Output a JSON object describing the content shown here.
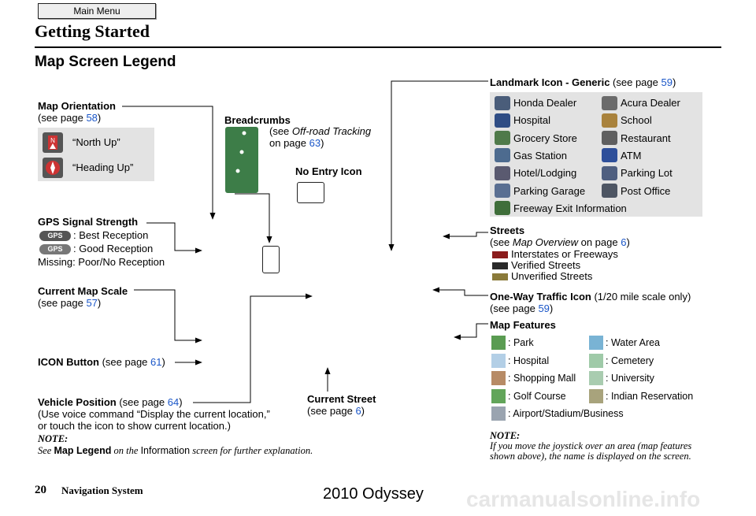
{
  "menu": {
    "main_menu_label": "Main Menu"
  },
  "header": {
    "title": "Getting Started",
    "section_title": "Map Screen Legend"
  },
  "orientation": {
    "title": "Map Orientation",
    "ref_prefix": "(see page ",
    "ref_page": "58",
    "ref_suffix": ")",
    "north_up": "“North Up”",
    "heading_up": "“Heading Up”"
  },
  "breadcrumbs": {
    "title": "Breadcrumbs",
    "ref_prefix": "(see ",
    "ref_italic": "Off-road Tracking",
    "ref_line2_prefix": "on page ",
    "ref_page": "63",
    "ref_suffix": ")"
  },
  "no_entry": {
    "title": "No Entry Icon"
  },
  "gps": {
    "title": "GPS Signal Strength",
    "badge_text": "GPS",
    "best": ": Best Reception",
    "good": ": Good Reception",
    "missing": "Missing: Poor/No Reception"
  },
  "scale": {
    "title": "Current Map Scale",
    "ref_prefix": "(see page ",
    "ref_page": "57",
    "ref_suffix": ")"
  },
  "icon_button": {
    "title": "ICON Button",
    "ref_prefix": " (see page ",
    "ref_page": "61",
    "ref_suffix": ")"
  },
  "vehicle": {
    "title": "Vehicle Position",
    "ref_prefix": " (see page ",
    "ref_page": "64",
    "ref_suffix": ")",
    "line2": "(Use voice command “Display the current location,”",
    "line3": "or touch the icon to show current location.)"
  },
  "current_street": {
    "title": "Current Street",
    "ref_prefix": "(see page ",
    "ref_page": "6",
    "ref_suffix": ")"
  },
  "landmark": {
    "title": "Landmark Icon - Generic",
    "ref_prefix": " (see page ",
    "ref_page": "59",
    "ref_suffix": ")",
    "items": [
      {
        "label": "Honda Dealer",
        "icon": "honda-dealer-icon",
        "color": "#4a5d7a"
      },
      {
        "label": "Acura Dealer",
        "icon": "acura-dealer-icon",
        "color": "#6b6b6b"
      },
      {
        "label": "Hospital",
        "icon": "hospital-icon",
        "color": "#2f4d85"
      },
      {
        "label": "School",
        "icon": "school-icon",
        "color": "#a9823c"
      },
      {
        "label": "Grocery Store",
        "icon": "grocery-cart-icon",
        "color": "#4f7a4a"
      },
      {
        "label": "Restaurant",
        "icon": "restaurant-icon",
        "color": "#5f5f5f"
      },
      {
        "label": "Gas Station",
        "icon": "gas-pump-icon",
        "color": "#4d6b8f"
      },
      {
        "label": "ATM",
        "icon": "atm-icon",
        "color": "#2e4f9a"
      },
      {
        "label": "Hotel/Lodging",
        "icon": "bed-icon",
        "color": "#5a5a70"
      },
      {
        "label": "Parking Lot",
        "icon": "parking-lot-icon",
        "color": "#4f5f80"
      },
      {
        "label": "Parking Garage",
        "icon": "parking-garage-icon",
        "color": "#5a6f92"
      },
      {
        "label": "Post Office",
        "icon": "mailbox-icon",
        "color": "#4d5563"
      },
      {
        "label": "Freeway Exit Information",
        "icon": "info-icon",
        "color": "#3f6e3a"
      }
    ]
  },
  "streets": {
    "title": "Streets",
    "ref_prefix": "(see ",
    "ref_italic": "Map Overview",
    "ref_mid": " on page ",
    "ref_page": "6",
    "ref_suffix": ")",
    "items": [
      {
        "label": "Interstates or Freeways",
        "color": "#8b1c1c"
      },
      {
        "label": "Verified Streets",
        "color": "#2a2a2a"
      },
      {
        "label": "Unverified Streets",
        "color": "#8a7a3a"
      }
    ]
  },
  "oneway": {
    "title": "One-Way Traffic Icon",
    "note": " (1/20 mile scale only)",
    "ref_prefix": "(see page ",
    "ref_page": "59",
    "ref_suffix": ")"
  },
  "features": {
    "title": "Map Features",
    "items": [
      {
        "label": ": Park",
        "color": "#5a9c52"
      },
      {
        "label": ": Water Area",
        "color": "#79b3d4"
      },
      {
        "label": ": Hospital",
        "color": "#b3cfe6"
      },
      {
        "label": ": Cemetery",
        "color": "#9fcaa8"
      },
      {
        "label": ": Shopping Mall",
        "color": "#b78b66"
      },
      {
        "label": ": University",
        "color": "#a9ccb0"
      },
      {
        "label": ": Golf Course",
        "color": "#62a55a"
      },
      {
        "label": ": Indian Reservation",
        "color": "#a8a37c"
      },
      {
        "label": ": Airport/Stadium/Business",
        "color": "#9aa4b0"
      }
    ]
  },
  "note_left": {
    "label": "NOTE:",
    "pre": "See ",
    "b1": "Map Legend",
    "mid": " on the ",
    "b2": "Information",
    "post": " screen for further explanation."
  },
  "note_right": {
    "label": "NOTE:",
    "line1": "If you move the joystick over an area (map features",
    "line2": "shown above), the name is displayed on the screen."
  },
  "footer": {
    "page_num": "20",
    "book": "Navigation System",
    "model": "2010 Odyssey",
    "watermark": "carmanualsonline.info"
  }
}
